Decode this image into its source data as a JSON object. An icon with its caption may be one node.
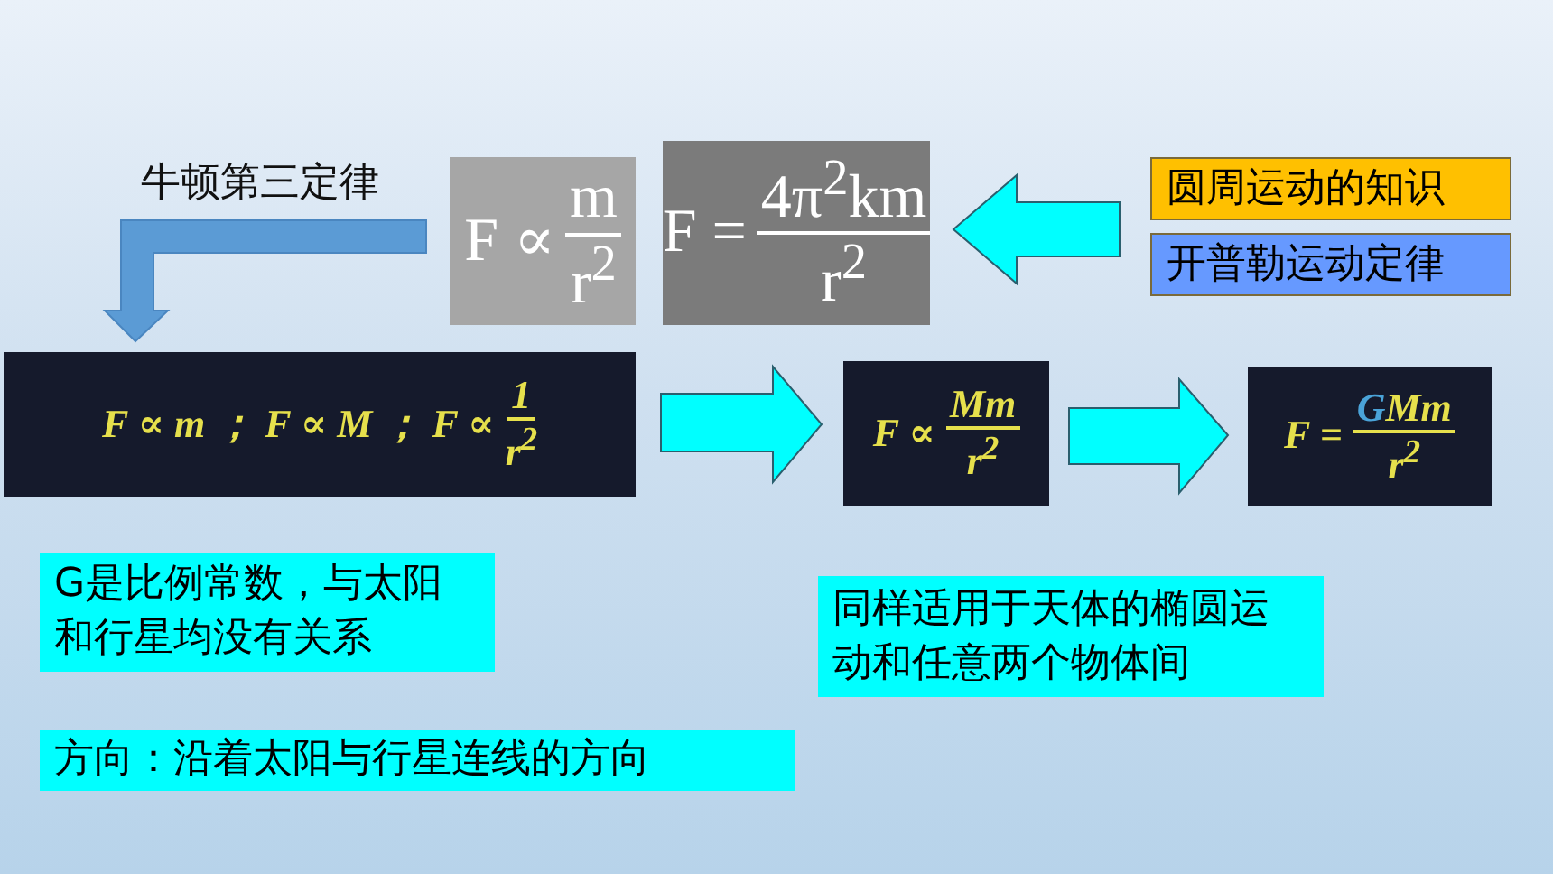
{
  "diagram": {
    "nodes": [
      {
        "text": [
          "F ∝",
          "m",
          "r$^{2}$"
        ]
      },
      {
        "text": [
          "F =",
          "4π$^{2}$km",
          "r$^{2}$"
        ]
      },
      {
        "text": [
          "圆周运动的知识"
        ]
      },
      {
        "text": [
          "开普勒运动定律"
        ]
      },
      {
        "text": [
          "F ∝ m ； F ∝ M ； F ∝",
          "1",
          "r$^{2}$"
        ]
      },
      {
        "text": [
          "F ∝",
          "Mm",
          "r$^{2}$"
        ]
      },
      {
        "text": [
          "F =",
          "G",
          "Mm",
          "r$^{2}$"
        ]
      },
      {
        "text": [
          "G是比例常数，与太阳和行星均没有关系"
        ]
      },
      {
        "text": [
          "同样适用于天体的椭圆运动和任意两个物体间"
        ]
      },
      {
        "text": [
          "方向：沿着太阳与行星连线的方向"
        ]
      }
    ],
    "edges": [
      {
        "from": 2,
        "to": 1,
        "arrow": "to"
      },
      {
        "from": 3,
        "to": 1,
        "arrow": "to"
      },
      {
        "from": 0,
        "to": 4,
        "arrow": "to",
        "label": "牛顿第三定律",
        "color": "#5b9bd5"
      },
      {
        "from": 4,
        "to": 5,
        "arrow": "to"
      },
      {
        "from": 5,
        "to": 6,
        "arrow": "to"
      }
    ]
  }
}
